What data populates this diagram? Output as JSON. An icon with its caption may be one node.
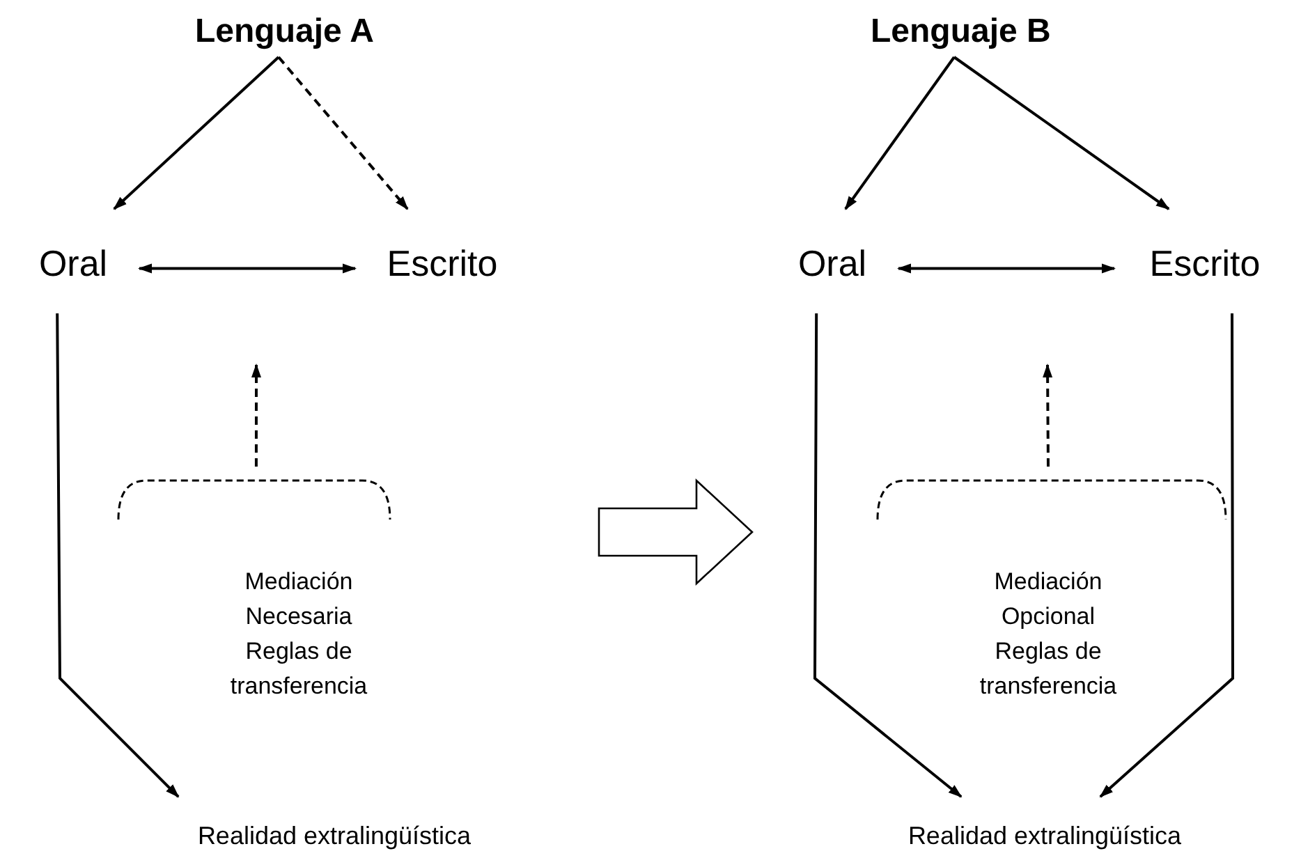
{
  "diagram": {
    "nodes": [
      {
        "text": [
          "Lenguaje A"
        ]
      },
      {
        "text": [
          "Oral"
        ]
      },
      {
        "text": [
          "Escrito"
        ]
      },
      {
        "text": [
          "Mediación Necesaria Reglas de transferencia"
        ]
      },
      {
        "text": [
          "Realidad extralingüística"
        ]
      },
      {
        "text": [
          "Lenguaje B"
        ]
      },
      {
        "text": [
          "Oral"
        ]
      },
      {
        "text": [
          "Escrito"
        ]
      },
      {
        "text": [
          "Mediación Opcional Reglas de transferencia"
        ]
      },
      {
        "text": [
          "Realidad extralingüística"
        ]
      }
    ],
    "edges": [
      {
        "from": 0,
        "to": 1,
        "arrow": "to"
      },
      {
        "from": 0,
        "to": 2,
        "arrow": "to",
        "style": "dashed"
      },
      {
        "from": 1,
        "to": 2,
        "arrow": "both"
      },
      {
        "from": 3,
        "to": null,
        "arrow": "to",
        "style": "dashed"
      },
      {
        "from": 1,
        "to": 4,
        "arrow": "to"
      },
      {
        "from": 5,
        "to": 6,
        "arrow": "to"
      },
      {
        "from": 5,
        "to": 7,
        "arrow": "to"
      },
      {
        "from": 6,
        "to": 7,
        "arrow": "both"
      },
      {
        "from": 8,
        "to": null,
        "arrow": "to",
        "style": "dashed"
      },
      {
        "from": 6,
        "to": 9,
        "arrow": "to"
      },
      {
        "from": 7,
        "to": 9,
        "arrow": "to"
      }
    ]
  }
}
